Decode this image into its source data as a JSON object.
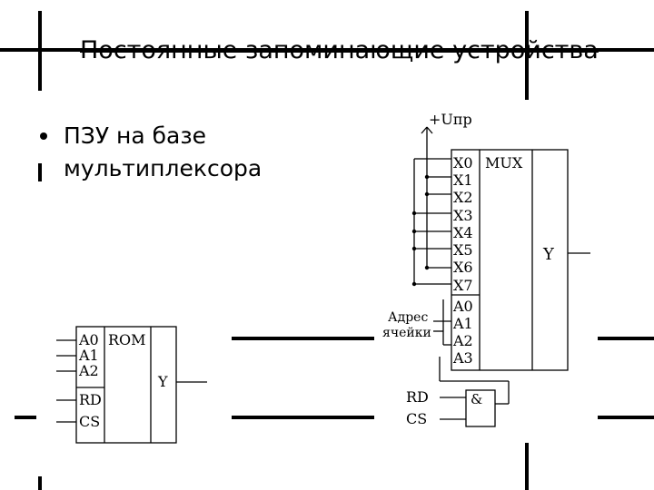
{
  "title": "Постоянные запоминающие устройства",
  "bullet": {
    "line1": "ПЗУ на базе",
    "line2": "мультиплексора"
  },
  "rom_block": {
    "label": "ROM",
    "address_inputs": [
      "A0",
      "A1",
      "A2"
    ],
    "control_inputs": [
      "RD",
      "CS"
    ],
    "output": "Y"
  },
  "mux_block": {
    "supply_label": "+Uпр",
    "label": "MUX",
    "data_inputs": [
      "X0",
      "X1",
      "X2",
      "X3",
      "X4",
      "X5",
      "X6",
      "X7"
    ],
    "address_inputs": [
      "A0",
      "A1",
      "A2",
      "A3"
    ],
    "address_caption_line1": "Адрес",
    "address_caption_line2": "ячейки",
    "output": "Y",
    "gate_label": "&",
    "control_inputs": [
      "RD",
      "CS"
    ]
  }
}
